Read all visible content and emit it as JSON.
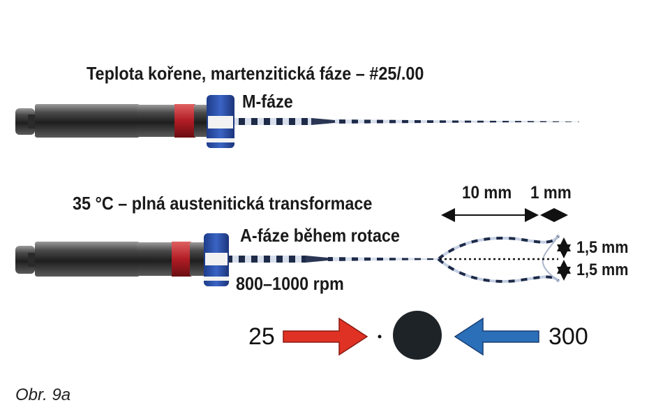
{
  "top_file": {
    "title": "Teplota kořene, martenzitická fáze – #25/.00",
    "phase": "M-fáze"
  },
  "bottom_file": {
    "title": "35 °C – plná austenitická transformace",
    "phase": "A-fáze během rotace",
    "speed": "800–1000 rpm"
  },
  "dimensions": {
    "length_a": "10 mm",
    "length_b": "1 mm",
    "offset_upper": "1,5 mm",
    "offset_lower": "1,5 mm"
  },
  "comparison": {
    "left_value": "25",
    "right_value": "300",
    "left_arrow_color": "#e03224",
    "right_arrow_color": "#2a6fb8"
  },
  "caption": "Obr. 9a",
  "colors": {
    "handle_dark": "#2b2b2b",
    "ring_red": "#c8242c",
    "stopper_blue": "#2a4fa8",
    "wire_dark": "#1f2b4a",
    "wire_light": "#c8d3e6"
  }
}
